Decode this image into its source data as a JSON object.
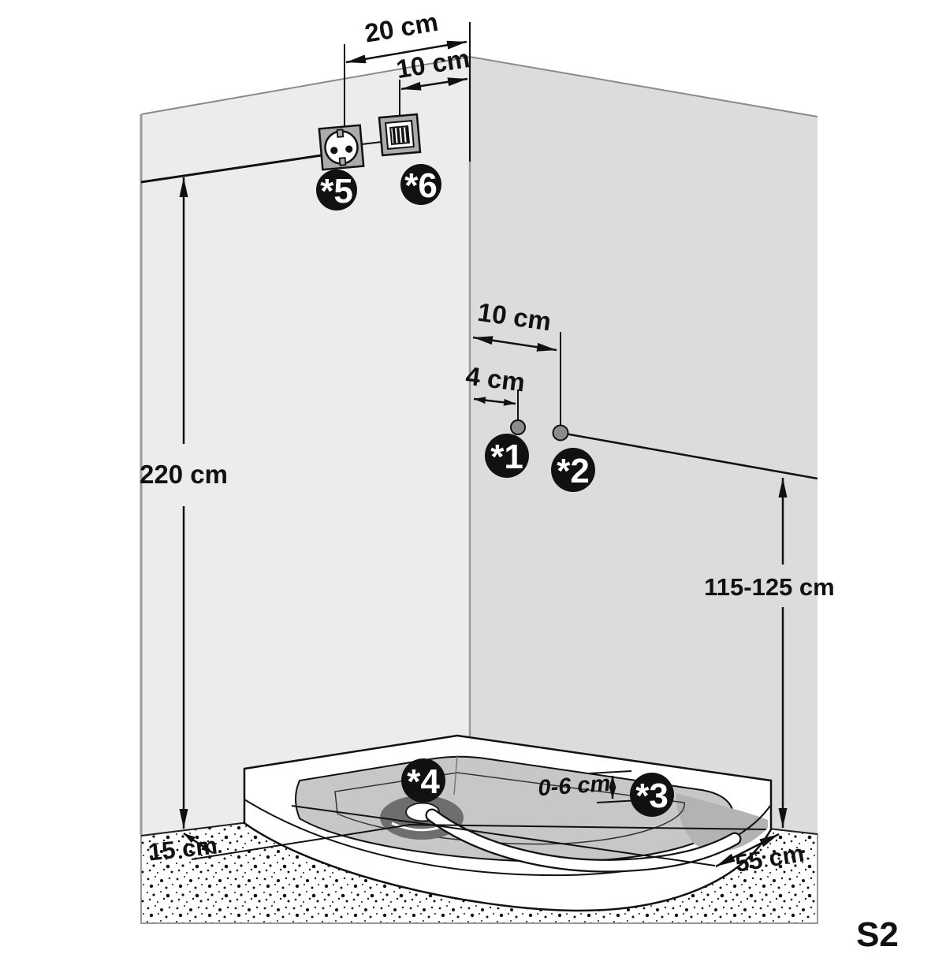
{
  "diagram": {
    "title_hint": "corner installation diagram",
    "page_code": "S2",
    "dimensions": {
      "socket_offset_top": "20 cm",
      "box_offset_top": "10 cm",
      "wall_height": "220 cm",
      "mid_offset": "10 cm",
      "small_offset": "4 cm",
      "connection_height": "115-125 cm",
      "tray_adjust": "0-6 cm",
      "floor_offset": "15 cm",
      "side_clearance": "55 cm"
    },
    "markers": {
      "m1": "*1",
      "m2": "*2",
      "m3": "*3",
      "m4": "*4",
      "m5": "*5",
      "m6": "*6"
    },
    "icons": {
      "socket": "schuko-power-outlet",
      "box": "junction-grille-box"
    },
    "colors": {
      "wall_left": "#ececec",
      "wall_right": "#dcdcdc",
      "wall_edge": "#9a9a9a",
      "basin": "#c7c7c7",
      "tray_shadow": "#b3b3b3",
      "drain": "#6e6e6e",
      "dot": "#8c8c8c",
      "icon_gray": "#ababab",
      "ink": "#111111",
      "accent_red": "#e8252b"
    }
  }
}
